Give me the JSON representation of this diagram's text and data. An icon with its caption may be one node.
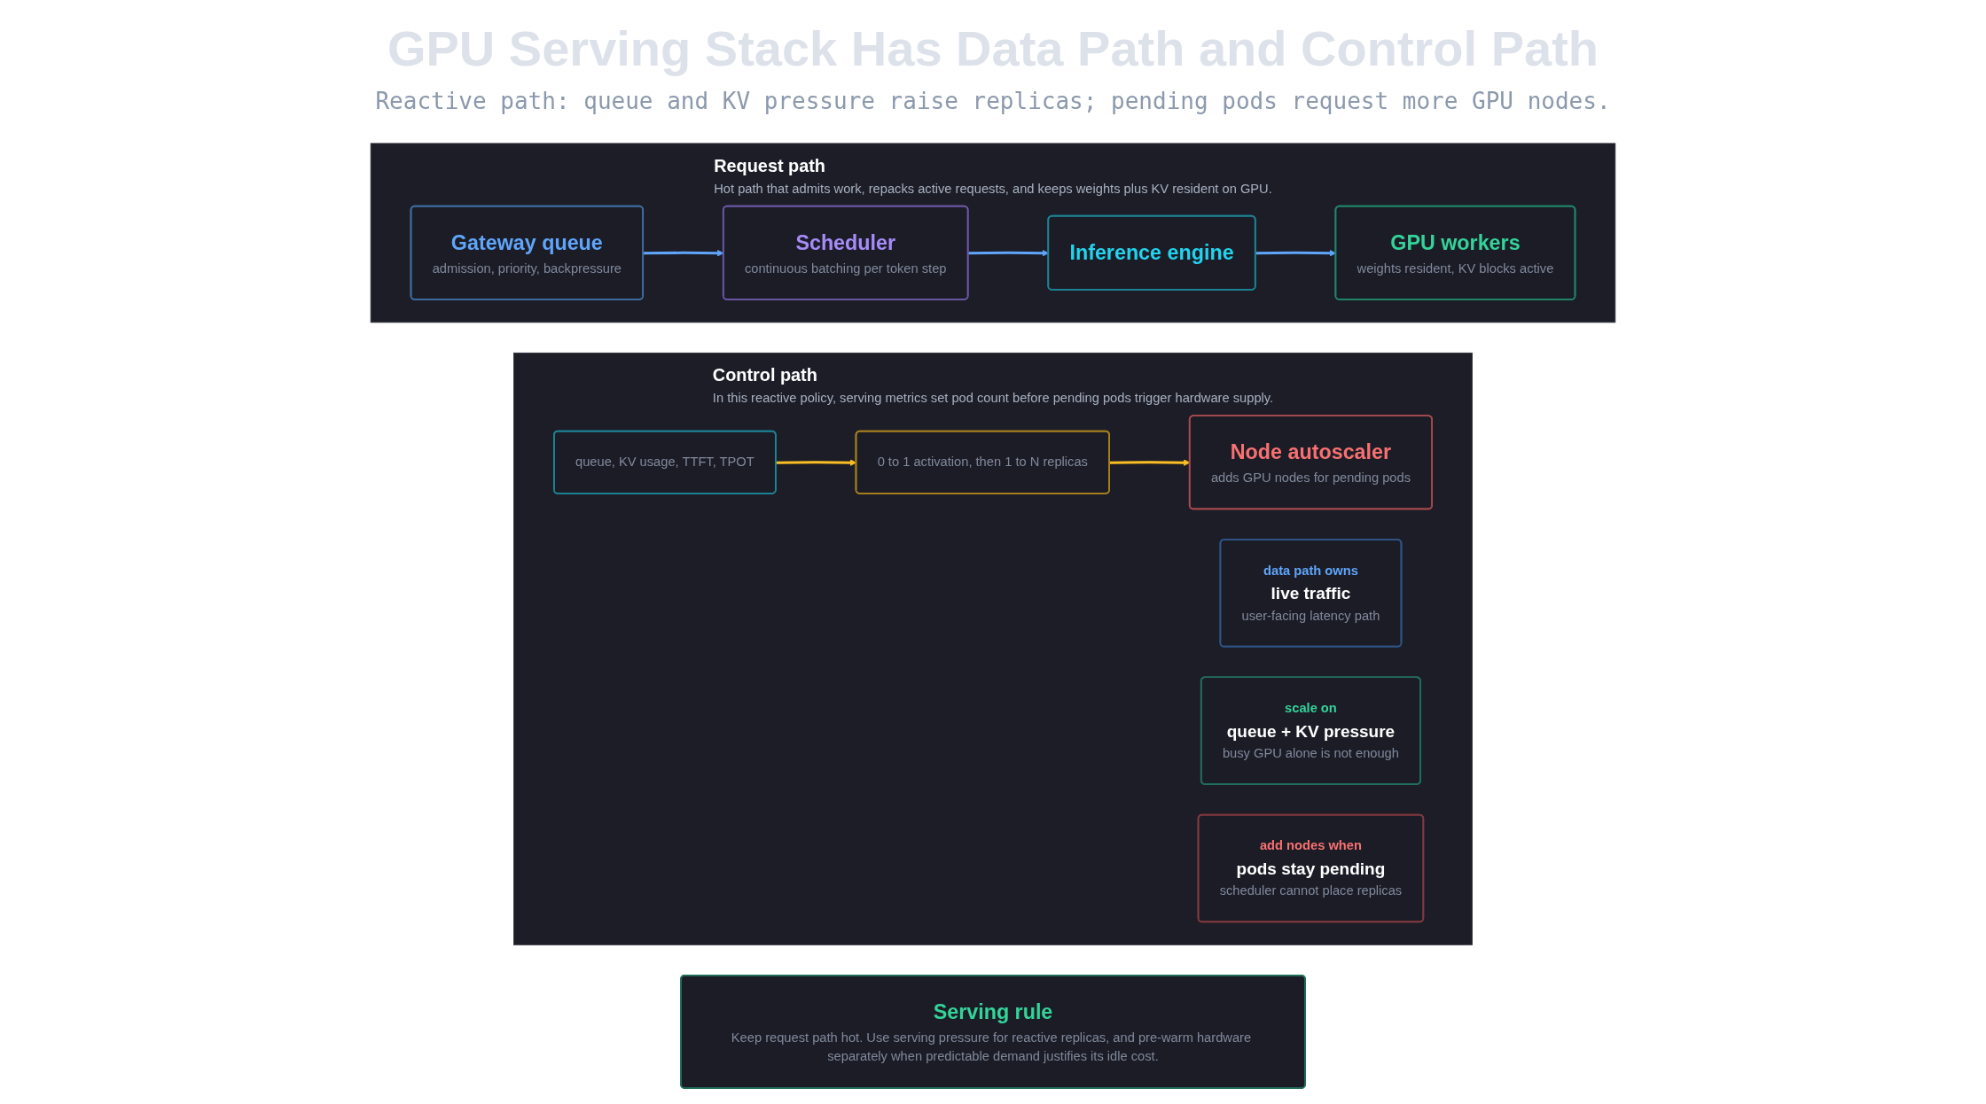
{
  "diagram": {
    "title": "GPU Serving Stack Has Data Path and Control Path",
    "nodes": [
      {
        "text": [
          "Request path",
          "Hot path that admits work, repacks active requests, and keeps weights plus KV resident on GPU."
        ]
      },
      {
        "text": [
          "Gateway queue",
          "admission, priority, backpressure"
        ],
        "in": 0
      },
      {
        "text": [
          "Scheduler",
          "continuous batching per token step"
        ],
        "in": 0
      },
      {
        "text": [
          "Inference engine"
        ],
        "in": 0
      },
      {
        "text": [
          "GPU workers",
          "weights resident, KV blocks active"
        ],
        "in": 0
      },
      {
        "text": [
          "Control path",
          "In this reactive policy, serving metrics set pod count before pending pods trigger hardware supply."
        ]
      },
      {
        "text": [
          "queue, KV usage, TTFT, TPOT"
        ],
        "in": 5
      },
      {
        "text": [
          "0 to 1 activation, then 1 to N replicas"
        ],
        "in": 5
      },
      {
        "text": [
          "Node autoscaler",
          "adds GPU nodes for pending pods"
        ],
        "in": 5
      },
      {
        "text": [
          "data path owns",
          "live traffic",
          "user-facing latency path"
        ],
        "in": 5
      },
      {
        "text": [
          "scale on",
          "queue + KV pressure",
          "busy GPU alone is not enough"
        ],
        "in": 5
      },
      {
        "text": [
          "add nodes when",
          "pods stay pending",
          "scheduler cannot place replicas"
        ],
        "in": 5
      },
      {
        "text": [
          "Serving rule",
          "Keep request path hot. Use serving pressure for reactive replicas, and pre-warm hardware separately when predictable demand justifies its idle cost."
        ]
      }
    ],
    "edges": [
      {
        "from": 1,
        "to": 2,
        "arrow": "to",
        "color": "#60a5fa"
      },
      {
        "from": 2,
        "to": 3,
        "arrow": "to",
        "color": "#60a5fa"
      },
      {
        "from": 3,
        "to": 4,
        "arrow": "to",
        "color": "#60a5fa"
      },
      {
        "from": 6,
        "to": 7,
        "arrow": "to",
        "color": "#fbbf24"
      },
      {
        "from": 7,
        "to": 8,
        "arrow": "to",
        "color": "#fbbf24"
      }
    ],
    "labels": [
      "Reactive path: queue and KV pressure raise replicas; pending pods request more GPU nodes."
    ]
  }
}
